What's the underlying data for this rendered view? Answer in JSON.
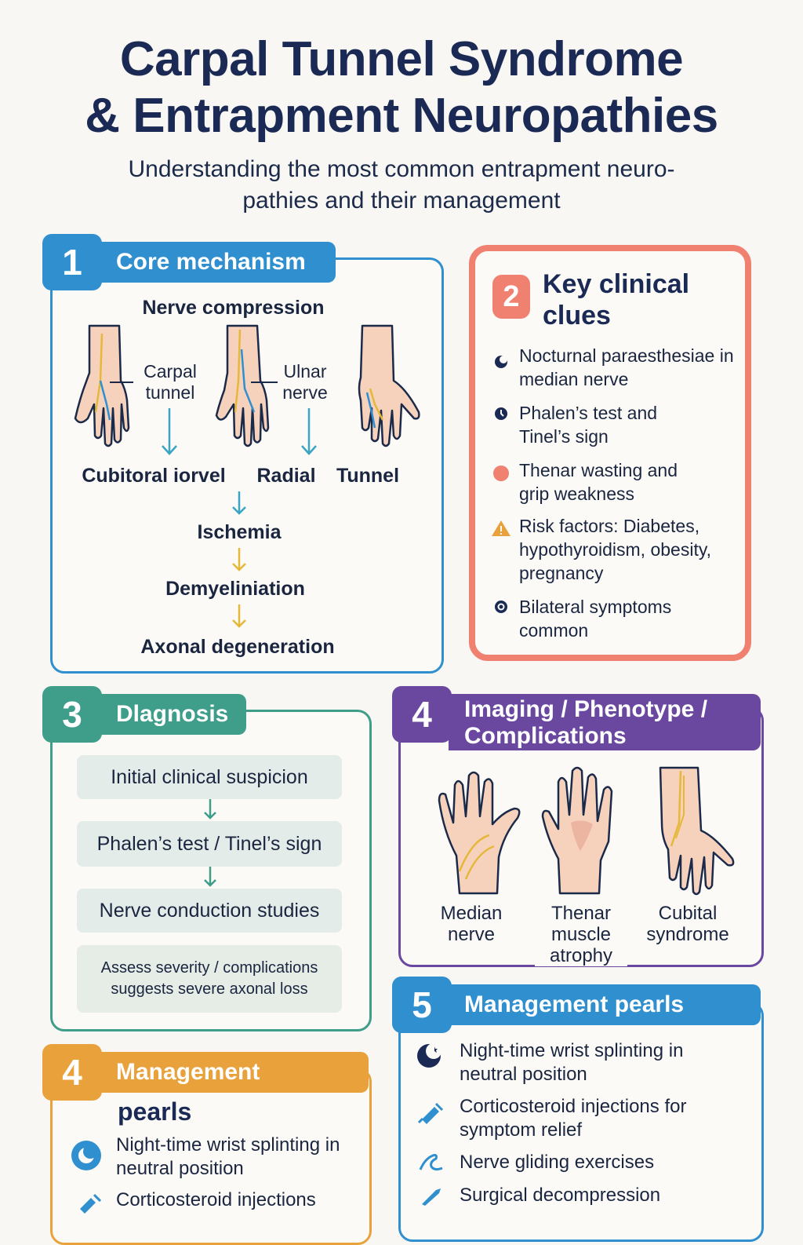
{
  "header": {
    "title_line1": "Carpal Tunnel Syndrome",
    "title_line2": "& Entrapment Neuropathies",
    "subtitle_line1": "Understanding the most common entrapment neuro-",
    "subtitle_line2": "pathies and their management"
  },
  "section1": {
    "number": "1",
    "title": "Core mechanism",
    "heading": "Nerve compression",
    "hand_labels": [
      "Carpal tunnel",
      "Ulnar nerve"
    ],
    "row_labels": [
      "Cubitoral iorvel",
      "Radial",
      "Tunnel"
    ],
    "flow": [
      "Ischemia",
      "Demyeliniation",
      "Axonal degeneration"
    ]
  },
  "section2": {
    "number": "2",
    "title": "Key clinical clues",
    "items": [
      {
        "icon": "moon-icon",
        "text": "Nocturnal paraesthesiae in median nerve"
      },
      {
        "icon": "clock-icon",
        "text": "Phalen’s test and Tinel’s sign"
      },
      {
        "icon": "dot-icon",
        "text": "Thenar wasting and grip weakness"
      },
      {
        "icon": "warning-icon",
        "text": "Risk factors: Diabetes, hypothyroidism, obesity, pregnancy"
      },
      {
        "icon": "cycle-icon",
        "text": "Bilateral symptoms common"
      }
    ]
  },
  "section3": {
    "number": "3",
    "title": "Dlagnosis",
    "steps": [
      "Initial clinical suspiсion",
      "Phalen’s test / Tinel’s sign",
      "Nerve conduction studies"
    ],
    "final_line1": "Assess severity / complications",
    "final_line2": "suggests severe axonal loss"
  },
  "section4": {
    "number": "4",
    "title_line1": "Imaging / Phenotype /",
    "title_line2": "Complications",
    "images": [
      "Median nerve",
      "Thenar muscle atrophy",
      "Cubital syndrome"
    ]
  },
  "section5": {
    "number": "5",
    "title": "Management pearls",
    "items": [
      {
        "icon": "moon-icon",
        "text": "Night-time wrist splinting in neutral position"
      },
      {
        "icon": "syringe-icon",
        "text": "Corticosteroid injections for symptom relief"
      },
      {
        "icon": "hand-icon",
        "text": "Nerve gliding exercises"
      },
      {
        "icon": "scalpel-icon",
        "text": "Surgical decompression"
      }
    ]
  },
  "section4b": {
    "number": "4",
    "title": "Management",
    "title_line2": "pearls",
    "items": [
      {
        "icon": "moon-icon",
        "text": "Night-time wrist splinting in neutral position"
      },
      {
        "icon": "syringe-icon",
        "text": "Corticosteroid injections"
      }
    ]
  },
  "colors": {
    "blue": "#2f8fcf",
    "coral": "#f08070",
    "teal": "#3f9e8a",
    "purple": "#6a48a0",
    "orange": "#e9a23b",
    "navy": "#1a2a55"
  }
}
